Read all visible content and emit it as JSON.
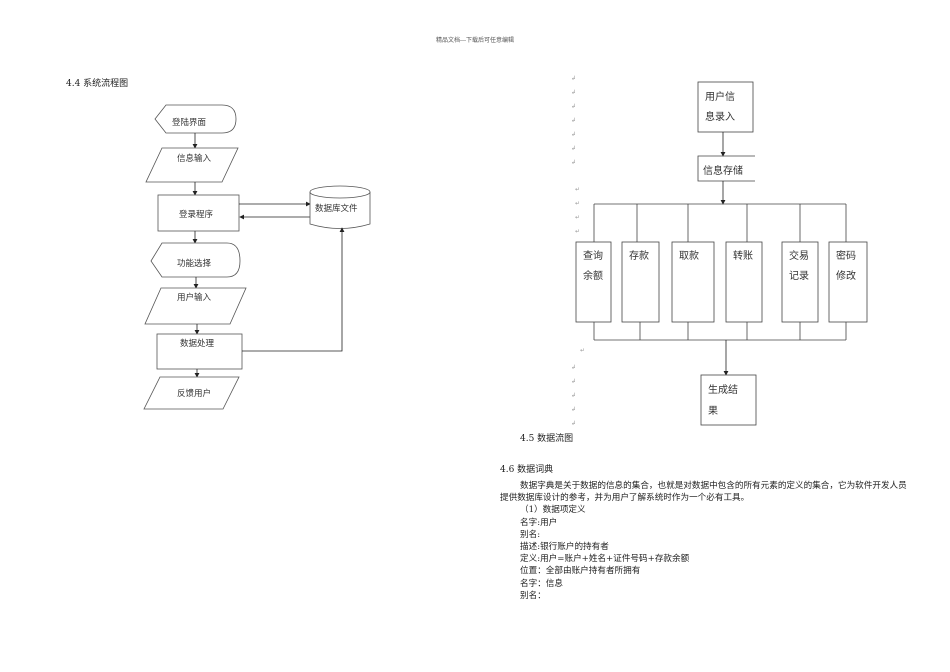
{
  "header": {
    "watermark": "精品文档---下载后可任意编辑"
  },
  "section_4_4": {
    "title": "4.4 系统流程图",
    "flowchart": {
      "nodes": {
        "login_screen": "登陆界面",
        "info_input": "信息输入",
        "login_program": "登录程序",
        "database_file": "数据库文件",
        "function_select": "功能选择",
        "user_input": "用户输入",
        "data_processing": "数据处理",
        "feedback_user": "反馈用户"
      }
    }
  },
  "section_4_5": {
    "title": "4.5 数据流图",
    "dataflow": {
      "user_info_entry": [
        "用户信",
        "息录入"
      ],
      "info_storage": "信息存储",
      "functions": [
        [
          "查询",
          "余额"
        ],
        [
          "存款"
        ],
        [
          "取款"
        ],
        [
          "转账"
        ],
        [
          "交易",
          "记录"
        ],
        [
          "密码",
          "修改"
        ]
      ],
      "result": [
        "生成结",
        "果"
      ]
    }
  },
  "section_4_6": {
    "title": "4.6 数据词典",
    "intro": "数据字典是关于数据的信息的集合，也就是对数据中包含的所有元素的定义的集合，它为软件开发人员提供数据库设计的参考，并为用户了解系统时作为一个必有工具。",
    "subheading": "（1）数据项定义",
    "entries": [
      "名字:用户",
      "别名:",
      "描述:银行账户的持有者",
      "定义:用户=账户+姓名+证件号码+存款余额",
      "位置：全部由账户持有者所拥有",
      "名字：信息",
      "别名："
    ]
  }
}
